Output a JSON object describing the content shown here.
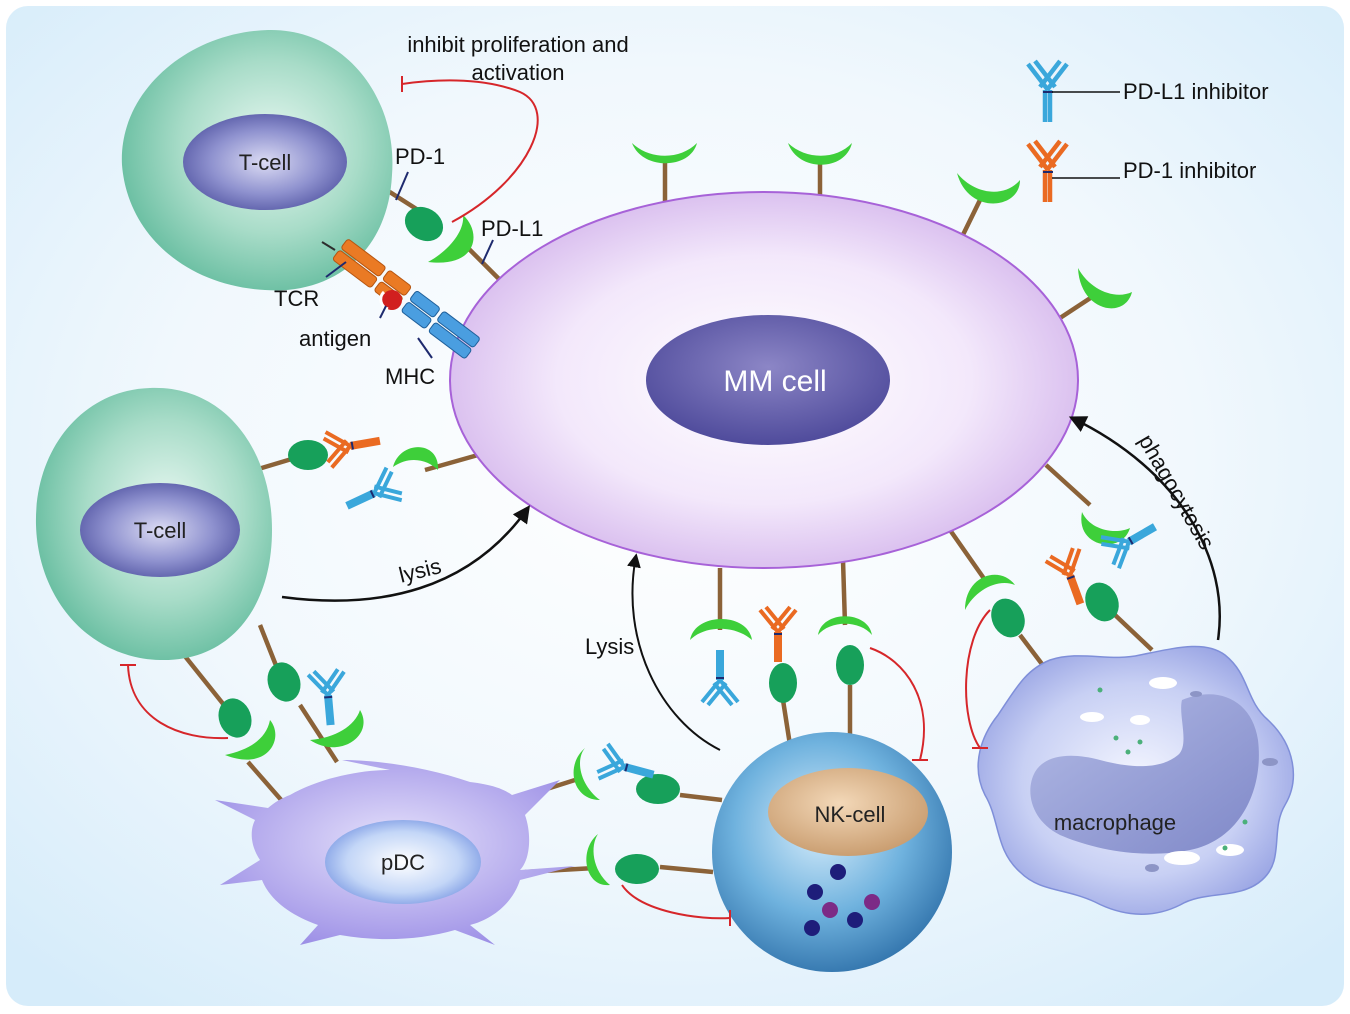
{
  "cells": {
    "mm": "MM cell",
    "tcell_top": "T-cell",
    "tcell_left": "T-cell",
    "pdc": "pDC",
    "nk": "NK-cell",
    "macrophage": "macrophage"
  },
  "labels": {
    "pd1": "PD-1",
    "pdl1": "PD-L1",
    "tcr": "TCR",
    "antigen": "antigen",
    "mhc": "MHC",
    "inhibit_line1": "inhibit proliferation and",
    "inhibit_line2": "activation",
    "lysis_left": "lysis",
    "lysis_nk": "Lysis",
    "phagocytosis": "phagocytosis"
  },
  "legend": {
    "pdl1_inhibitor": "PD-L1 inhibitor",
    "pd1_inhibitor": "PD-1 inhibitor"
  },
  "colors": {
    "pd1_receptor": "#17a05a",
    "pdl1_ligand": "#3ecf3a",
    "stalk": "#8b6238",
    "pdl1_antibody": "#3aa7db",
    "pd1_antibody": "#ea6a22",
    "inhibition": "#d6262a",
    "activation": "#111111"
  }
}
